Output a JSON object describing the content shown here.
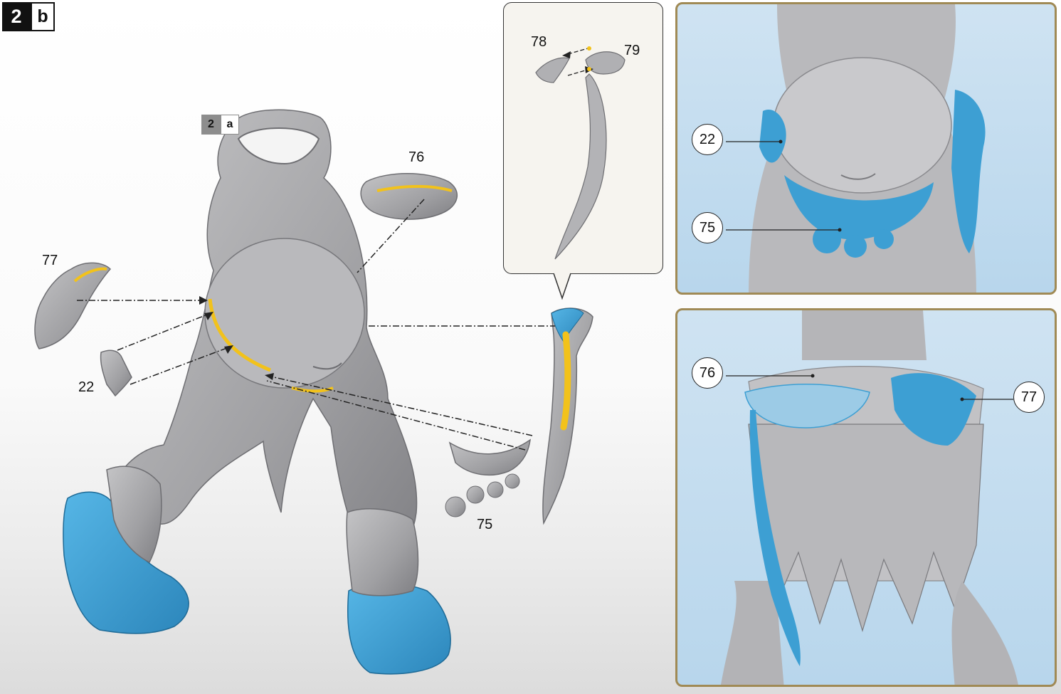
{
  "step": {
    "number": "2",
    "sub": "b"
  },
  "reference": {
    "number": "2",
    "sub": "a"
  },
  "main_labels": {
    "p77": "77",
    "p76": "76",
    "p22": "22",
    "p75": "75"
  },
  "callout_labels": {
    "p78": "78",
    "p79": "79"
  },
  "panel_top": {
    "c22": "22",
    "c75": "75"
  },
  "panel_bottom": {
    "c76": "76",
    "c77": "77"
  },
  "colors": {
    "model_grey": "#a9a9ab",
    "highlight_blue": "#3d9fd3",
    "glue_yellow": "#f2c21b",
    "panel_border": "#a08a55",
    "panel_sky": "#c6def0"
  }
}
